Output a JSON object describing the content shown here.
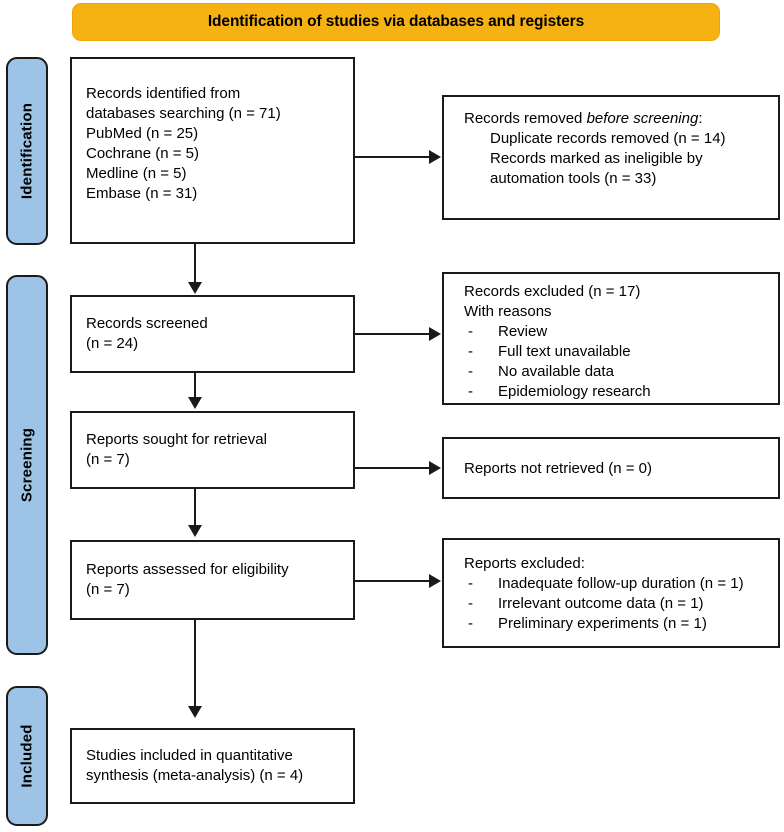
{
  "banner": {
    "title": "Identification of studies via databases and registers"
  },
  "stages": [
    {
      "id": "identification",
      "label": "Identification"
    },
    {
      "id": "screening",
      "label": "Screening"
    },
    {
      "id": "included",
      "label": "Included"
    }
  ],
  "nodes": {
    "records_identified": {
      "title": "Records identified from",
      "line2": "databases searching (n = 71)",
      "sources": [
        "PubMed (n = 25)",
        "Cochrane (n = 5)",
        "Medline (n = 5)",
        "Embase (n = 31)"
      ]
    },
    "records_removed": {
      "title_prefix": "Records removed ",
      "title_italic": "before screening",
      "title_suffix": ":",
      "items": [
        "Duplicate records removed (n = 14)",
        "Records marked as ineligible by",
        "automation tools (n = 33)"
      ]
    },
    "records_screened": {
      "title": "Records screened",
      "count": "(n = 24)"
    },
    "records_excluded": {
      "title": "Records excluded (n = 17)",
      "subtitle": "With reasons",
      "reasons": [
        "Review",
        "Full text unavailable",
        "No available data",
        "Epidemiology research"
      ]
    },
    "reports_sought": {
      "title": "Reports sought for retrieval",
      "count": "(n = 7)"
    },
    "reports_not_retrieved": {
      "title": "Reports not retrieved (n = 0)"
    },
    "reports_assessed": {
      "title": "Reports assessed for eligibility",
      "count": "(n = 7)"
    },
    "reports_excluded": {
      "title": "Reports excluded:",
      "reasons": [
        "Inadequate follow-up duration (n = 1)",
        "Irrelevant outcome data (n = 1)",
        "Preliminary experiments (n = 1)"
      ]
    },
    "studies_included": {
      "line1": "Studies included in quantitative",
      "line2": "synthesis (meta-analysis) (n = 4)"
    }
  },
  "colors": {
    "banner_background": "#F5B212",
    "stage_tab_background": "#9DC3E6",
    "box_border": "#1a1a1a",
    "box_background": "#ffffff",
    "text": "#000000"
  }
}
